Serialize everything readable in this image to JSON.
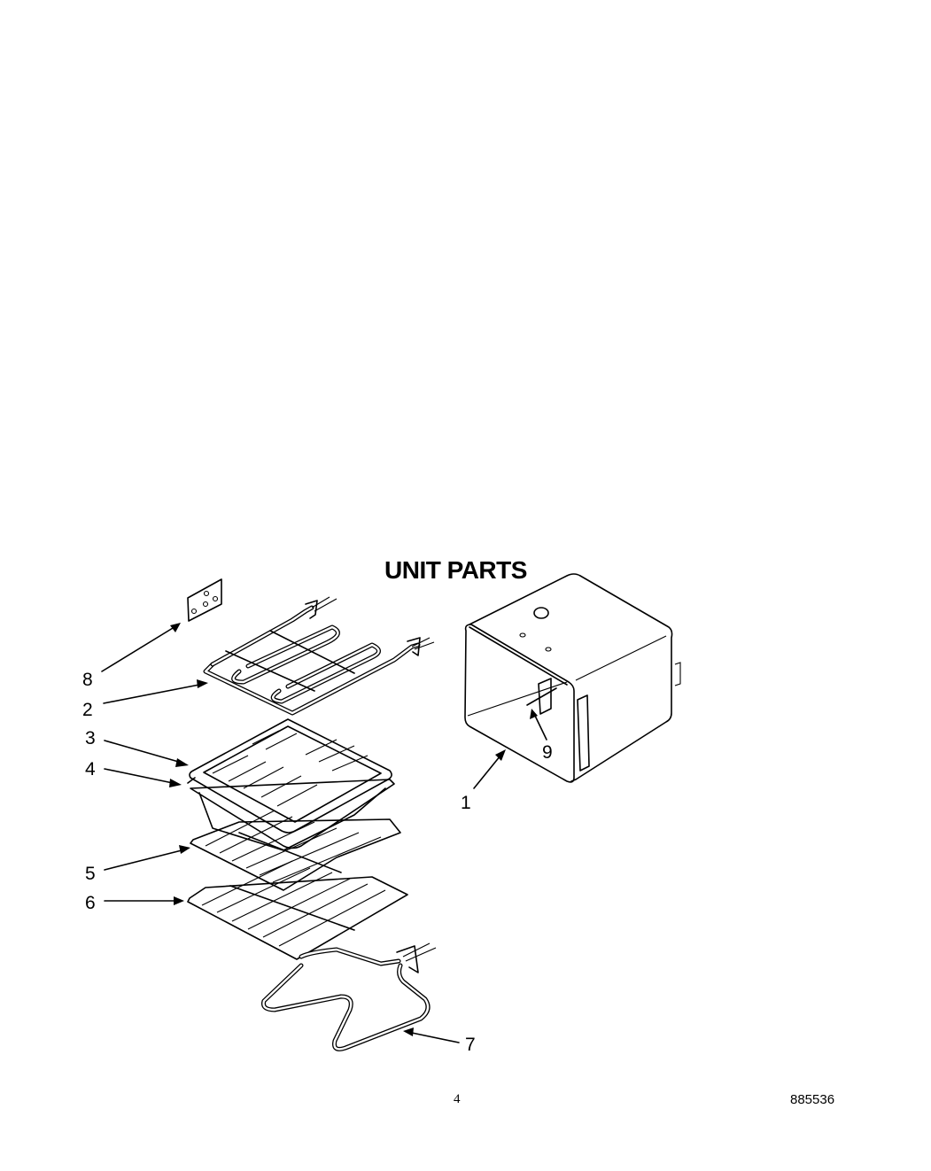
{
  "diagram": {
    "title": "UNIT PARTS",
    "callouts": [
      {
        "number": "1",
        "part": "oven-cavity"
      },
      {
        "number": "2",
        "part": "broil-element"
      },
      {
        "number": "3",
        "part": "broiler-pan-insert"
      },
      {
        "number": "4",
        "part": "broiler-pan"
      },
      {
        "number": "5",
        "part": "oven-rack-upper"
      },
      {
        "number": "6",
        "part": "oven-rack-lower"
      },
      {
        "number": "7",
        "part": "bake-element"
      },
      {
        "number": "8",
        "part": "terminal-plate"
      },
      {
        "number": "9",
        "part": "sensor-probe"
      }
    ]
  },
  "footer": {
    "page_number": "4",
    "document_number": "885536"
  }
}
